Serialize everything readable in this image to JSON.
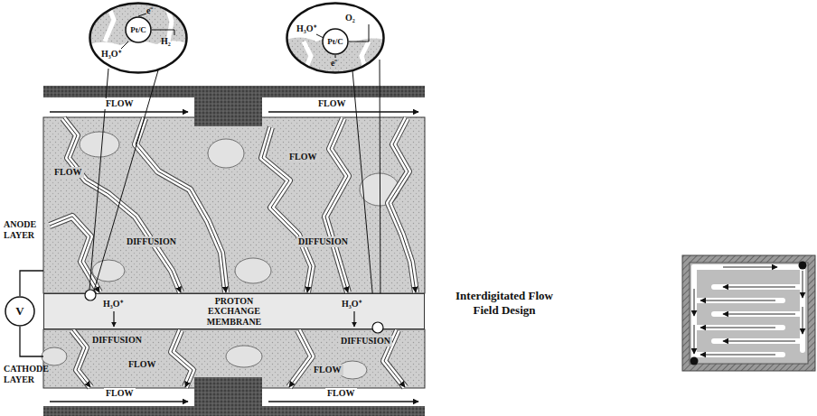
{
  "diagram": {
    "nodes": [
      {
        "text": [
          "e⁻",
          "H₃O⁺",
          "H₂"
        ]
      },
      {
        "text": [
          "Pt/C"
        ],
        "in": 0
      },
      {
        "text": [
          "H₃O⁺",
          "O₂",
          "e⁻"
        ]
      },
      {
        "text": [
          "Pt/C"
        ],
        "in": 2
      },
      {
        "text": [
          "PROTON EXCHANGE MEMBRANE"
        ]
      },
      {
        "text": [
          "V"
        ]
      }
    ],
    "labels": [
      "FLOW",
      "FLOW",
      "ANODE LAYER",
      "FLOW",
      "FLOW",
      "DIFFUSION",
      "DIFFUSION",
      "H₃O⁺",
      "H₃O⁺",
      "DIFFUSION",
      "DIFFUSION",
      "CATHODE LAYER",
      "FLOW",
      "FLOW",
      "FLOW",
      "FLOW",
      "Interdigitated Flow Field Design"
    ]
  }
}
